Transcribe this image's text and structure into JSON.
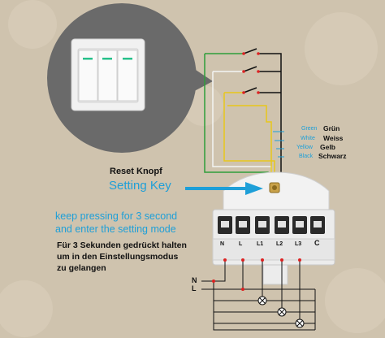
{
  "labels": {
    "reset": "Reset Knopf",
    "setting_key": "Setting Key",
    "english": [
      "keep pressing for 3 second",
      "and enter the setting mode"
    ],
    "german": [
      "Für 3 Sekunden gedrückt halten",
      "um in den Einstellungsmodus",
      "zu gelangen"
    ]
  },
  "wires": [
    {
      "en": "Green",
      "de": "Grün",
      "color": "#2e9e3a"
    },
    {
      "en": "White",
      "de": "Weiss",
      "color": "#f4f4f4"
    },
    {
      "en": "Yellow",
      "de": "Gelb",
      "color": "#e8c81a"
    },
    {
      "en": "Black",
      "de": "Schwarz",
      "color": "#1a1a1a"
    }
  ],
  "terminals": [
    "N",
    "L",
    "L1",
    "L2",
    "L3",
    "C"
  ],
  "power": [
    "N",
    "L"
  ],
  "colors": {
    "accent": "#1e9fd8",
    "switch_led": "#27c08a",
    "background": "#cfc3ae"
  }
}
